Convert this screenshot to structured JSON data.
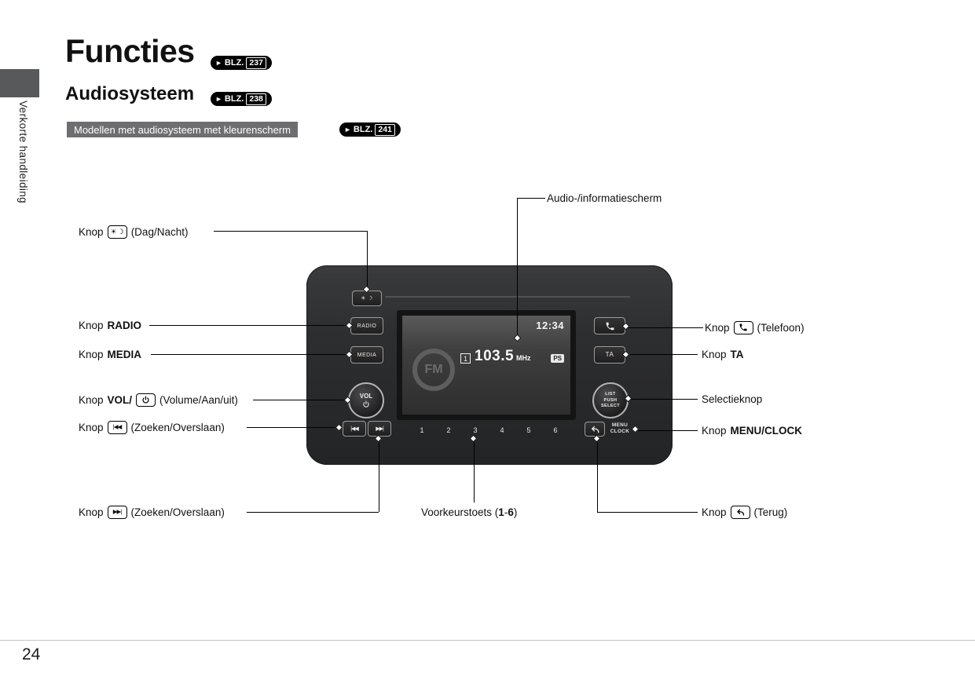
{
  "sidebar": {
    "tab_label": "Verkorte handleiding"
  },
  "header": {
    "title": "Functies",
    "title_ref": {
      "label": "BLZ.",
      "page": "237"
    },
    "subtitle": "Audiosysteem",
    "subtitle_ref": {
      "label": "BLZ.",
      "page": "238"
    },
    "model_note": "Modellen met audiosysteem met kleurenscherm",
    "model_ref": {
      "label": "BLZ.",
      "page": "241"
    }
  },
  "icons": {
    "ref_arrow": "►",
    "sun": "☀",
    "moon": "☽",
    "seek_back": "|◀◀",
    "seek_forward": "▶▶|"
  },
  "callouts": {
    "display": {
      "text": "Audio-/informatiescherm"
    },
    "day_night": {
      "prefix": "Knop",
      "suffix": "(Dag/Nacht)"
    },
    "radio": {
      "prefix": "Knop",
      "bold": "RADIO"
    },
    "media": {
      "prefix": "Knop",
      "bold": "MEDIA"
    },
    "volume": {
      "prefix": "Knop",
      "bold": "VOL/",
      "suffix": "(Volume/Aan/uit)"
    },
    "seek_back": {
      "prefix": "Knop",
      "suffix": "(Zoeken/Overslaan)"
    },
    "seek_forward": {
      "prefix": "Knop",
      "suffix": "(Zoeken/Overslaan)"
    },
    "presets": {
      "pre": "Voorkeurstoets (",
      "from": "1",
      "dash": "-",
      "to": "6",
      "post": ")"
    },
    "phone": {
      "prefix": "Knop",
      "suffix": "(Telefoon)"
    },
    "ta": {
      "prefix": "Knop",
      "bold": "TA"
    },
    "select": {
      "text": "Selectieknop"
    },
    "menu_clock": {
      "prefix": "Knop",
      "bold": "MENU/CLOCK"
    },
    "back": {
      "prefix": "Knop",
      "suffix": "(Terug)"
    }
  },
  "device": {
    "buttons": {
      "radio": "RADIO",
      "media": "MEDIA",
      "vol": "VOL",
      "ta": "TA",
      "select": [
        "LIST",
        "PUSH",
        "SELECT"
      ],
      "menu_clock": [
        "MENU",
        "CLOCK"
      ],
      "presets": [
        "1",
        "2",
        "3",
        "4",
        "5",
        "6"
      ]
    },
    "screen": {
      "clock": "12:34",
      "band": "FM",
      "preset": "1",
      "frequency": "103.5",
      "frequency_unit": "MHz",
      "ps_indicator": "PS"
    }
  },
  "footer": {
    "page_number": "24"
  },
  "colors": {
    "badge_bg": "#000000",
    "note_bg": "#6e6e70",
    "tab_bg": "#58595b",
    "unit_bg": "#2d2e30"
  }
}
